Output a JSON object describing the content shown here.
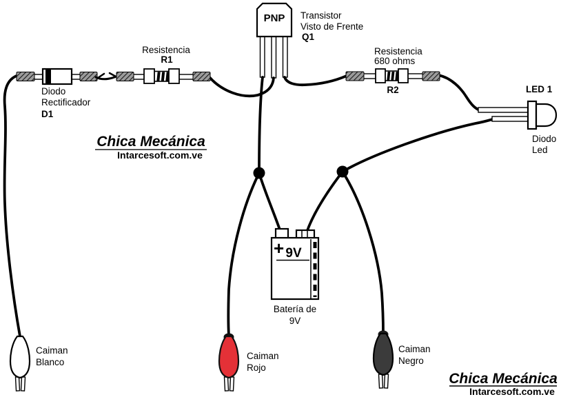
{
  "colors": {
    "line": "#000000",
    "sleeve": "#9b9b9b",
    "clip_white": "#ffffff",
    "clip_red": "#e43137",
    "clip_black": "#3b3b3b",
    "watermark": "#3e3e3e"
  },
  "transistor": {
    "package": "PNP",
    "caption1": "Transistor",
    "caption2": "Visto de Frente",
    "ref": "Q1"
  },
  "r1": {
    "caption": "Resistencia",
    "ref": "R1"
  },
  "r2": {
    "caption1": "Resistencia",
    "caption2": "680 ohms",
    "ref": "R2"
  },
  "d1": {
    "caption1": "Diodo",
    "caption2": "Rectificador",
    "ref": "D1"
  },
  "led1": {
    "ref": "LED 1",
    "caption1": "Diodo",
    "caption2": "Led"
  },
  "battery": {
    "polarity": "+",
    "voltage": "9V",
    "caption1": "Batería de",
    "caption2": "9V"
  },
  "clip_white": {
    "caption1": "Caiman",
    "caption2": "Blanco"
  },
  "clip_red": {
    "caption1": "Caiman",
    "caption2": "Rojo"
  },
  "clip_black": {
    "caption1": "Caiman",
    "caption2": "Negro"
  },
  "watermark": {
    "brand": "Chica Mecánica",
    "site": "Intarcesoft.com.ve"
  }
}
